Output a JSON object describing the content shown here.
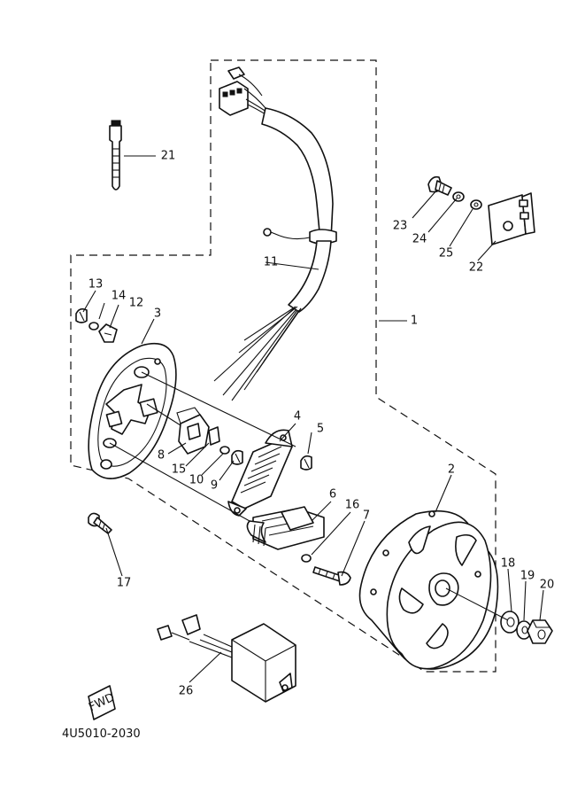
{
  "diagram": {
    "code": "4U5010-2030",
    "fwd_mark": "FWD",
    "callouts": {
      "p1": "1",
      "p2": "2",
      "p3": "3",
      "p4": "4",
      "p5": "5",
      "p6": "6",
      "p7": "7",
      "p8": "8",
      "p9": "9",
      "p10": "10",
      "p11": "11",
      "p12": "12",
      "p13": "13",
      "p14": "14",
      "p15": "15",
      "p16": "16",
      "p17": "17",
      "p18": "18",
      "p19": "19",
      "p20": "20",
      "p21": "21",
      "p22": "22",
      "p23": "23",
      "p24": "24",
      "p25": "25",
      "p26": "26"
    }
  }
}
